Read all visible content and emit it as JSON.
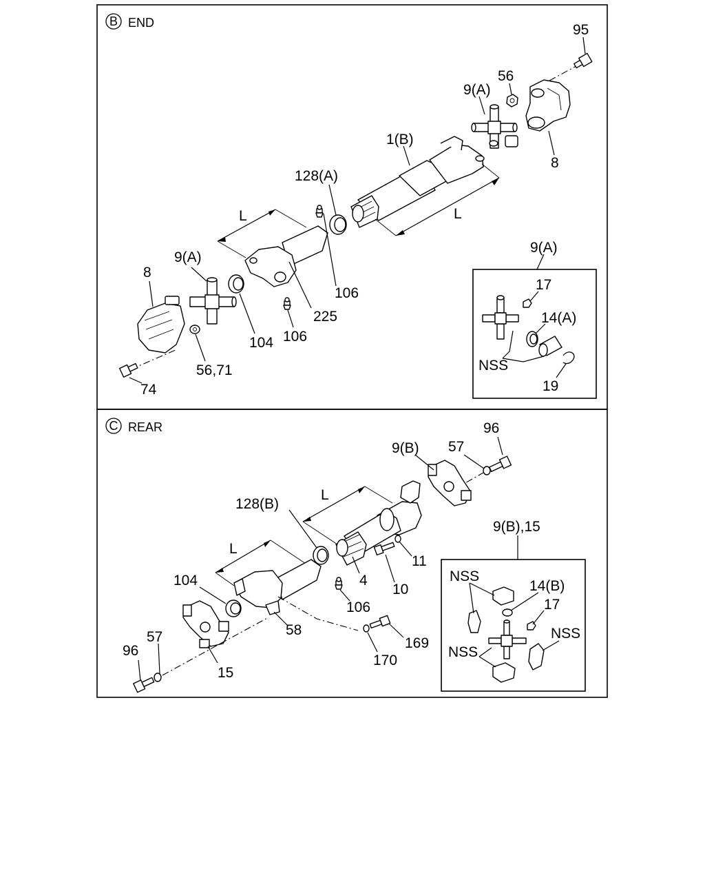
{
  "sections": {
    "end": {
      "marker": "B",
      "title": "END"
    },
    "rear": {
      "marker": "C",
      "title": "REAR"
    }
  },
  "end_labels": {
    "p95": "95",
    "p56": "56",
    "p9a_top": "9(A)",
    "p8_top": "8",
    "p1b": "1(B)",
    "p128a": "128(A)",
    "L_right": "L",
    "L_left": "L",
    "p9a_left": "9(A)",
    "p8_left": "8",
    "p106_a": "106",
    "p225": "225",
    "p104": "104",
    "p106_b": "106",
    "p5671": "56,71",
    "p74": "74"
  },
  "end_inset": {
    "title": "9(A)",
    "p17": "17",
    "p14a": "14(A)",
    "nss": "NSS",
    "p19": "19"
  },
  "rear_labels": {
    "p96_top": "96",
    "p9b": "9(B)",
    "p57_top": "57",
    "p128b": "128(B)",
    "L_right": "L",
    "L_left": "L",
    "p11": "11",
    "p4": "4",
    "p10": "10",
    "p104": "104",
    "p106": "106",
    "p58": "58",
    "p57_bot": "57",
    "p169": "169",
    "p96_bot": "96",
    "p170": "170",
    "p15": "15"
  },
  "rear_inset": {
    "title": "9(B),15",
    "nss_tl": "NSS",
    "p14b": "14(B)",
    "p17": "17",
    "nss_r": "NSS",
    "nss_b": "NSS"
  }
}
